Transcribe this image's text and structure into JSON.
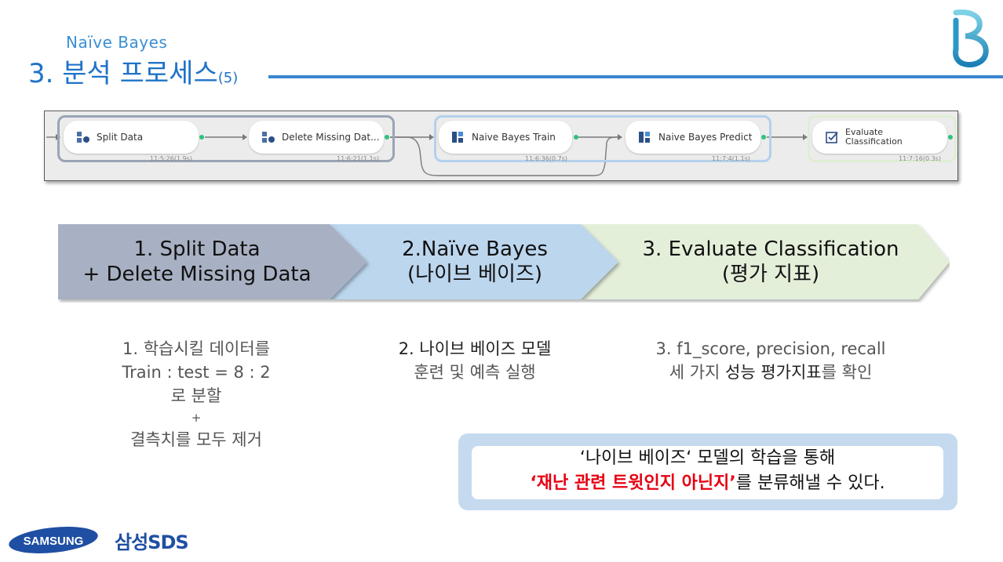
{
  "header": {
    "subtitle": "Naïve Bayes",
    "title": "3. 분석 프로세스",
    "title_suffix": "(5)"
  },
  "pipeline": {
    "nodes": [
      {
        "label": "Split Data",
        "time": "11:5:26(1.9s)"
      },
      {
        "label": "Delete Missing Dat...",
        "time": "11:6:21(1.1s)"
      },
      {
        "label": "Naive Bayes Train",
        "time": "11:6:36(0.7s)"
      },
      {
        "label": "Naive Bayes Predict",
        "time": "11:7:4(1.1s)"
      },
      {
        "label_line1": "Evaluate",
        "label_line2": "Classification",
        "time": "11:7:16(0.3s)"
      }
    ]
  },
  "steps": [
    {
      "line1": "1.    Split Data",
      "line2": "+ Delete Missing Data",
      "color": "#a8b1c3"
    },
    {
      "line1": "2.Naïve Bayes",
      "line2": "(나이브 베이즈)",
      "color": "#bcd6ee"
    },
    {
      "line1": "3. Evaluate Classification",
      "line2": "(평가 지표)",
      "color": "#e4efda"
    }
  ],
  "descriptions": {
    "d1": {
      "line1": "1.   학습시킬 데이터를",
      "line2": "Train : test = 8 : 2",
      "line3": "로 분할",
      "line4": "+",
      "line5": "결측치를 모두 제거"
    },
    "d2": {
      "line1_strong": "2. 나이브 베이즈 모델",
      "line2": "훈련 및 예측 실행"
    },
    "d3": {
      "line1": "3. f1_score, precision, recall",
      "line2_a": "세 가지 ",
      "line2_strong": "성능 평가지표",
      "line2_b": "를 확인"
    }
  },
  "callout": {
    "line1": "‘나이브 베이즈‘ 모델의 학습을 통해",
    "line2_red": "‘재난 관련 트윗인지 아닌지’",
    "line2_rest": "를 분류해낼 수 있다."
  },
  "footer": {
    "samsung": "SAMSUNG",
    "sds": "삼성SDS"
  },
  "colors": {
    "title": "#1f73c8",
    "rule": "#3a86d0",
    "highlight_red": "#e60012",
    "callout_bg": "#c5daef",
    "samsung_blue": "#1f4fa3"
  }
}
